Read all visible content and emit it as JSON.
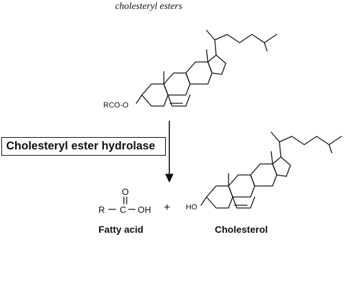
{
  "title": "cholesteryl esters",
  "ester_group_label": "RCO-O",
  "enzyme_label": "Cholesteryl ester hydrolase",
  "fatty_acid": {
    "r_label": "R",
    "c_label": "C",
    "oh_label": "OH",
    "o_label": "O",
    "name": "Fatty acid"
  },
  "plus_sign": "+",
  "cholesterol": {
    "ho_label": "HO",
    "name": "Cholesterol"
  }
}
